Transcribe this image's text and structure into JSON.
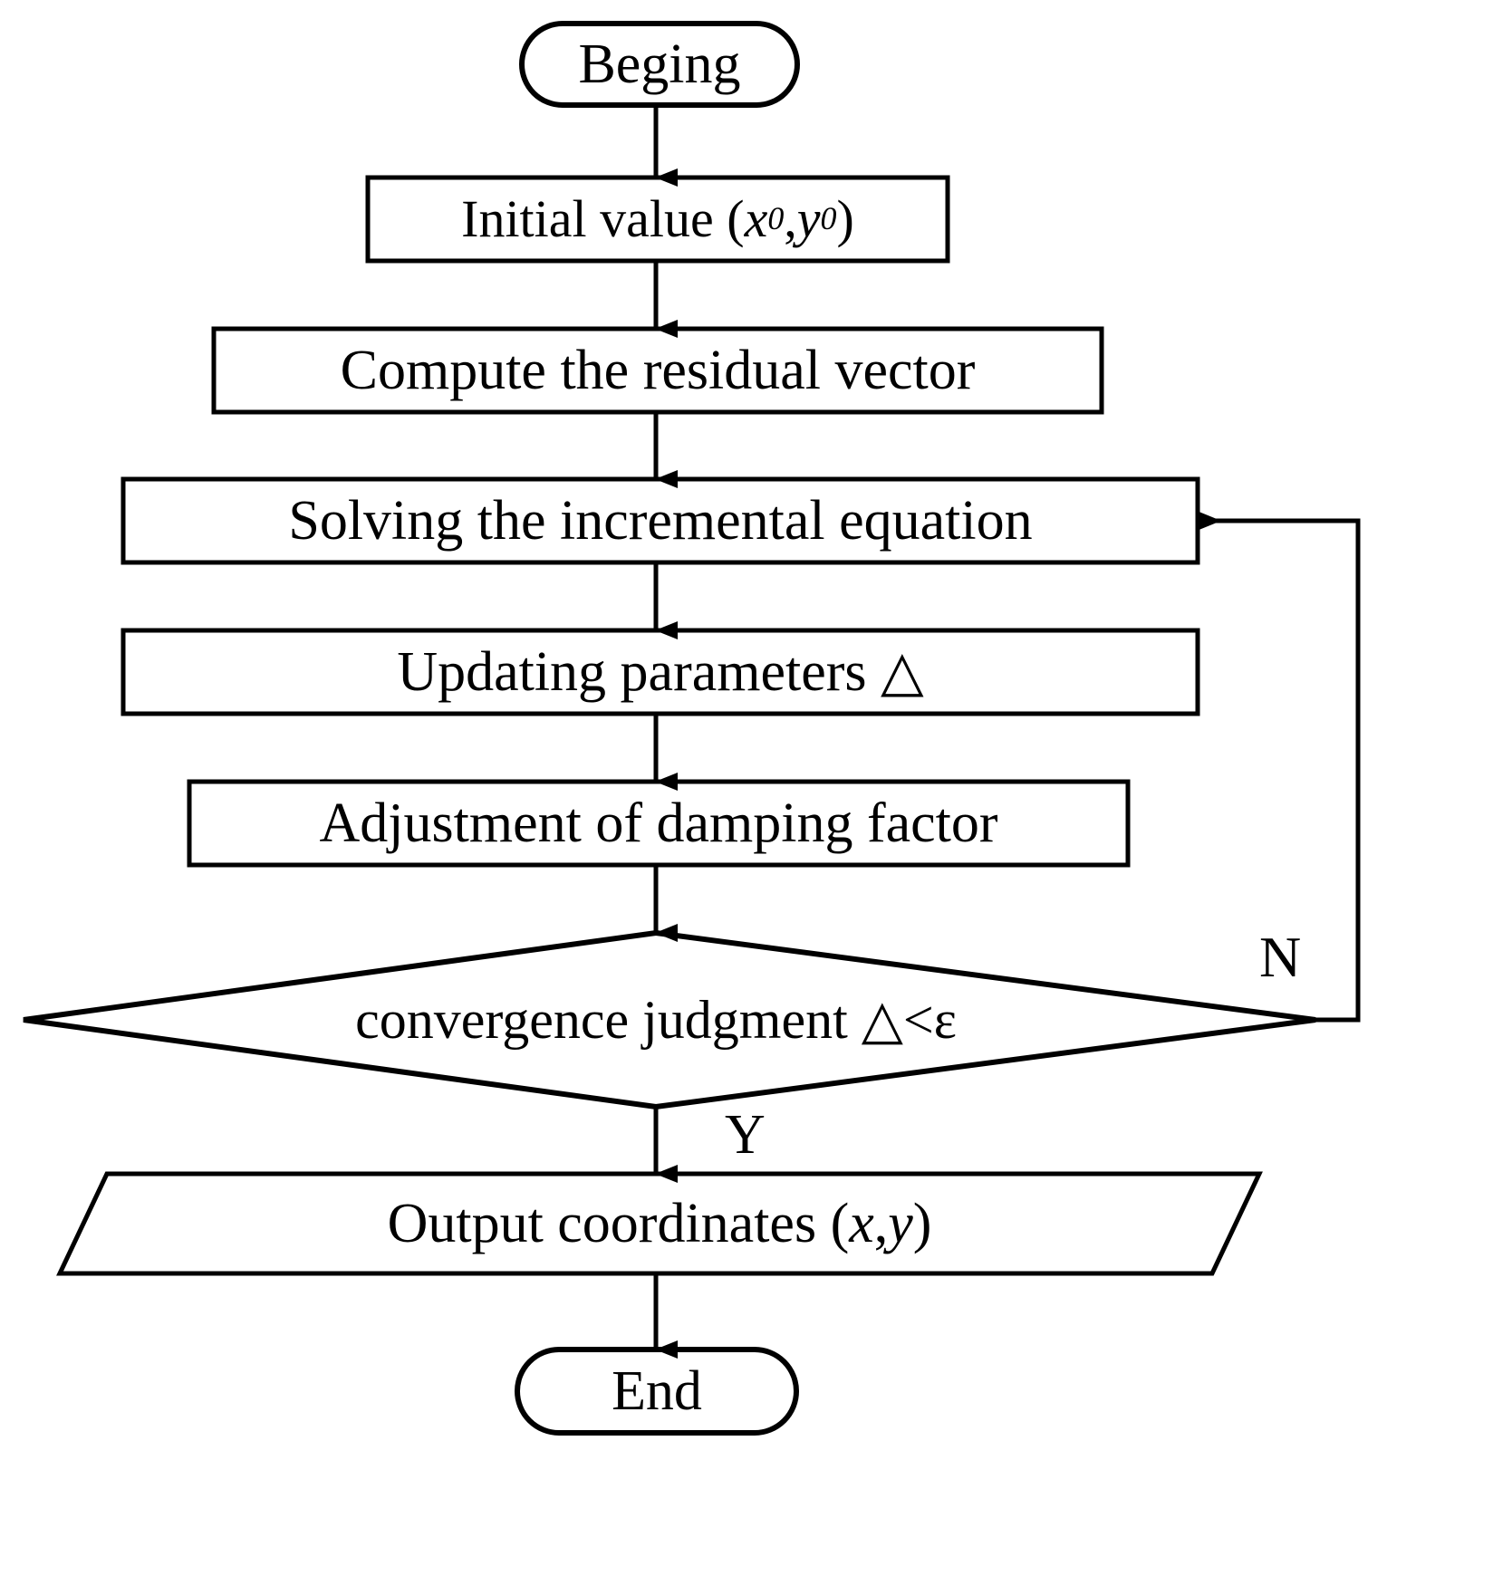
{
  "diagram": {
    "type": "flowchart",
    "title": "Levenberg-Marquardt iterative solving flowchart",
    "background_color": "#ffffff",
    "stroke_color": "#000000",
    "nodes": [
      {
        "id": "begin",
        "shape": "terminator",
        "label": "Beging"
      },
      {
        "id": "initial_value",
        "shape": "process",
        "label_prefix": "Initial value (",
        "label_var1": "x",
        "label_sub1": "0",
        "label_mid": ",",
        "label_var2": "y",
        "label_sub2": "0",
        "label_suffix": ")",
        "label_plain": "Initial value (x0,y0)"
      },
      {
        "id": "residual",
        "shape": "process",
        "label": "Compute the residual vector"
      },
      {
        "id": "incremental",
        "shape": "process",
        "label": "Solving the incremental equation"
      },
      {
        "id": "updating",
        "shape": "process",
        "label": "Updating parameters △"
      },
      {
        "id": "damping",
        "shape": "process",
        "label": "Adjustment of damping factor"
      },
      {
        "id": "convergence",
        "shape": "decision",
        "label": "convergence judgment △<ε"
      },
      {
        "id": "output",
        "shape": "data",
        "label_prefix": "Output coordinates (",
        "label_var1": "x",
        "label_mid": ", ",
        "label_var2": "y",
        "label_suffix": ")",
        "label_plain": "Output coordinates (x, y)"
      },
      {
        "id": "end",
        "shape": "terminator",
        "label": "End"
      }
    ],
    "edge_labels": {
      "no_branch": "N",
      "yes_branch": "Y"
    }
  }
}
